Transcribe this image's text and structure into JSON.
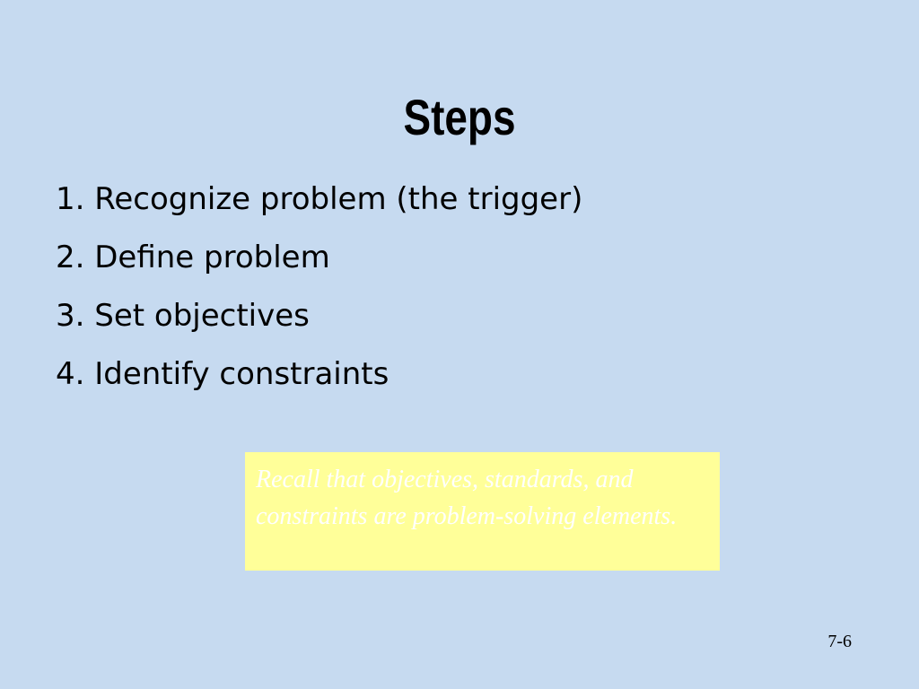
{
  "slide": {
    "title": "Steps",
    "steps": [
      "1. Recognize problem (the trigger)",
      "2. Define problem",
      "3. Set objectives",
      "4. Identify constraints"
    ],
    "note": "Recall that objectives, standards, and constraints are problem-solving elements.",
    "page_number": "7-6"
  },
  "colors": {
    "background": "#c6daf0",
    "note_background": "#ffff99",
    "note_text": "#ffffff"
  }
}
